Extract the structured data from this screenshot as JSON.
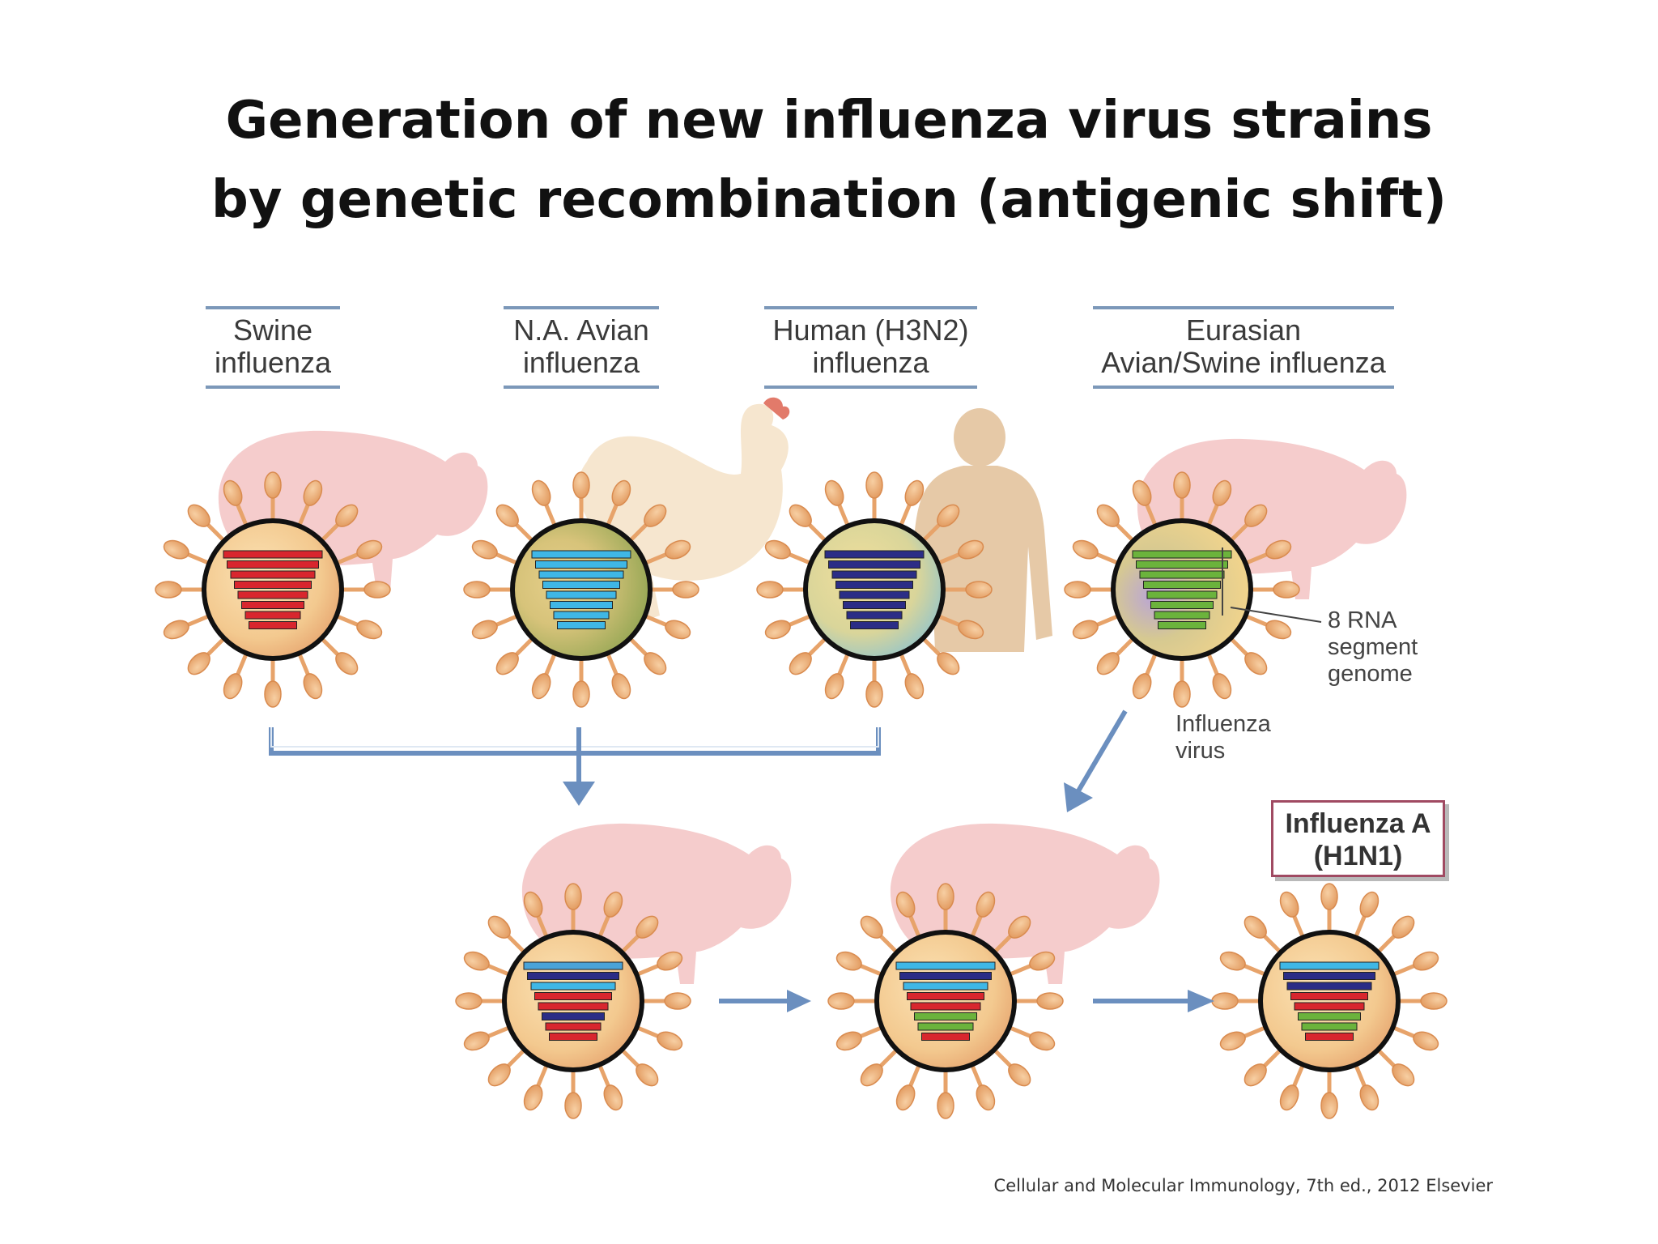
{
  "title": {
    "line1": "Generation of new influenza virus strains",
    "line2": "by genetic recombination (antigenic shift)"
  },
  "sources": [
    {
      "line1": "Swine",
      "line2": "influenza",
      "host": "pig",
      "segment_color": "#d8262e"
    },
    {
      "line1": "N.A. Avian",
      "line2": "influenza",
      "host": "chicken",
      "segment_color": "#3fb7e6"
    },
    {
      "line1": "Human (H3N2)",
      "line2": "influenza",
      "host": "human",
      "segment_color": "#2b2d86"
    },
    {
      "line1": "Eurasian",
      "line2": "Avian/Swine influenza",
      "host": "pig",
      "segment_color": "#6bb33c"
    }
  ],
  "annotations": {
    "genome_line1": "8 RNA",
    "genome_line2": "segment",
    "genome_line3": "genome",
    "virus_line1": "Influenza",
    "virus_line2": "virus"
  },
  "result": {
    "line1": "Influenza A",
    "line2": "(H1N1)"
  },
  "reassortants": [
    {
      "host": "pig",
      "segments": [
        "blue",
        "navy",
        "cyan",
        "red",
        "red",
        "navy",
        "red",
        "red"
      ]
    },
    {
      "host": "pig",
      "segments": [
        "cyan",
        "navy",
        "cyan",
        "red",
        "red",
        "green",
        "green",
        "red"
      ]
    },
    {
      "host": "none",
      "segments": [
        "cyan",
        "navy",
        "navy",
        "red",
        "red",
        "green",
        "green",
        "red"
      ]
    }
  ],
  "colors": {
    "arrow": "#6b8fbf",
    "virus_shell": "#f3c98f",
    "spike": "#eab07a",
    "red": "#d8262e",
    "cyan": "#3fb7e6",
    "navy": "#2b2d86",
    "green": "#6bb33c",
    "blue": "#4aa3d8"
  },
  "citation": "Cellular and Molecular Immunology, 7th ed., 2012 Elsevier"
}
